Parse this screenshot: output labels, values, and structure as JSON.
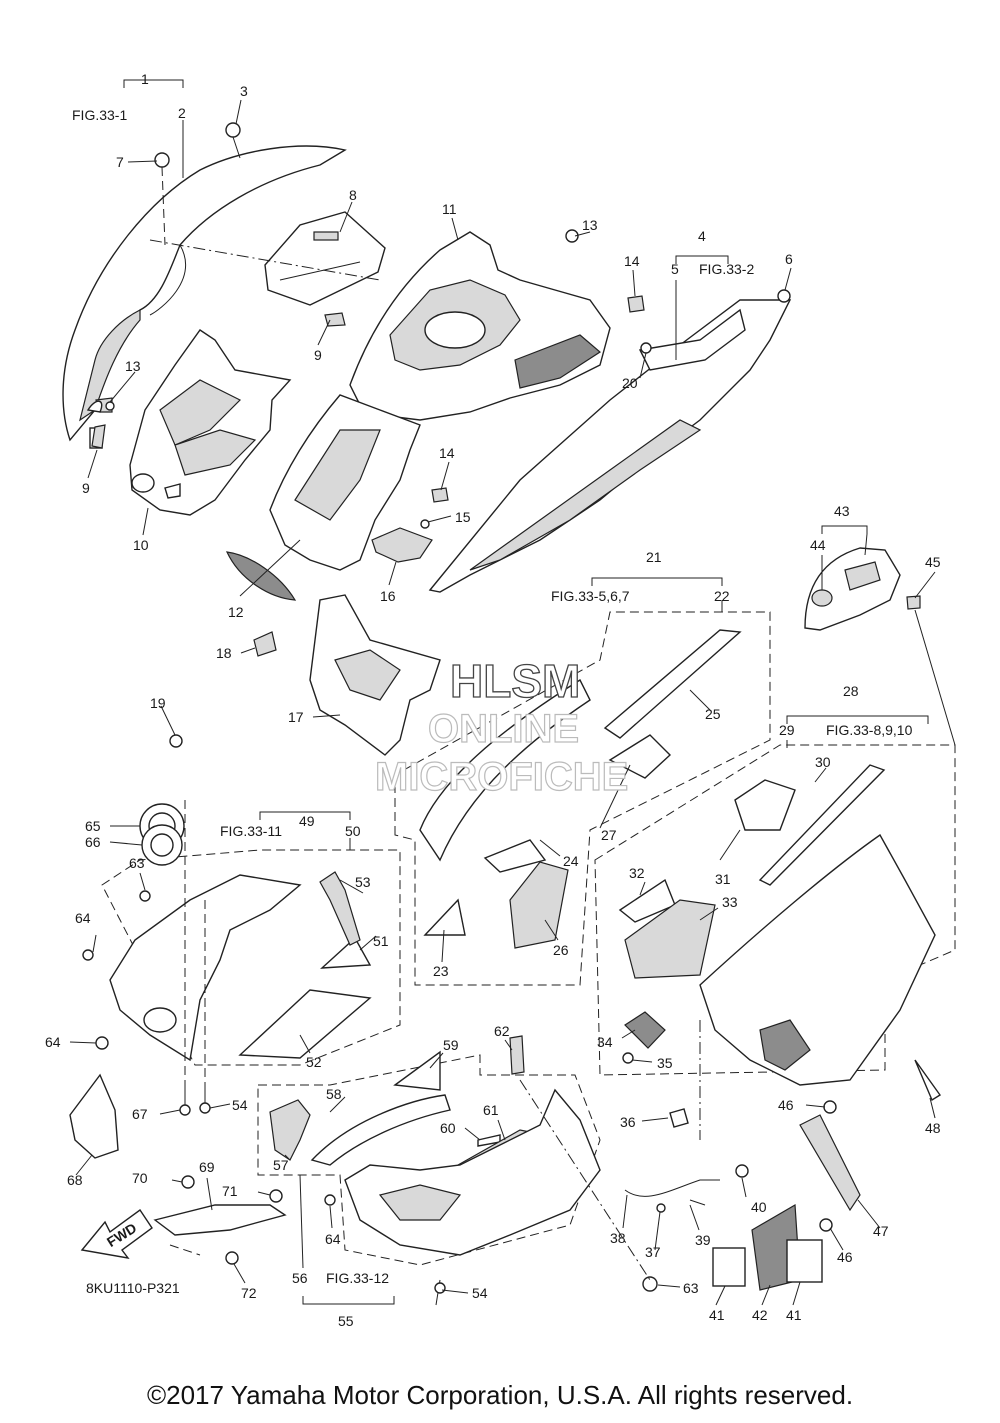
{
  "diagram": {
    "drawing_number": "8KU1110-P321",
    "copyright": "©2017 Yamaha Motor Corporation, U.S.A. All rights reserved.",
    "watermark": {
      "line1": "HLSM",
      "line2": "ONLINE",
      "line3": "MICROFICHE"
    },
    "direction_badge": "FWD",
    "callouts": {
      "c1": "1",
      "c2": "2",
      "c3": "3",
      "c4": "4",
      "c5": "5",
      "c6": "6",
      "c7": "7",
      "c8": "8",
      "c9a": "9",
      "c9b": "9",
      "c10": "10",
      "c11": "11",
      "c12": "12",
      "c13a": "13",
      "c13b": "13",
      "c14a": "14",
      "c14b": "14",
      "c15": "15",
      "c16": "16",
      "c17": "17",
      "c18": "18",
      "c19": "19",
      "c20": "20",
      "c21": "21",
      "c22": "22",
      "c23": "23",
      "c24": "24",
      "c25": "25",
      "c26": "26",
      "c27": "27",
      "c28": "28",
      "c29": "29",
      "c30": "30",
      "c31": "31",
      "c32": "32",
      "c33": "33",
      "c34": "34",
      "c35": "35",
      "c36": "36",
      "c37": "37",
      "c38": "38",
      "c39": "39",
      "c40": "40",
      "c41a": "41",
      "c41b": "41",
      "c42": "42",
      "c43": "43",
      "c44": "44",
      "c45": "45",
      "c46a": "46",
      "c46b": "46",
      "c47": "47",
      "c48": "48",
      "c49": "49",
      "c50": "50",
      "c51": "51",
      "c52": "52",
      "c53": "53",
      "c54a": "54",
      "c54b": "54",
      "c55": "55",
      "c56": "56",
      "c57": "57",
      "c58": "58",
      "c59": "59",
      "c60": "60",
      "c61": "61",
      "c62": "62",
      "c63a": "63",
      "c63b": "63",
      "c64a": "64",
      "c64b": "64",
      "c64c": "64",
      "c65": "65",
      "c66": "66",
      "c67": "67",
      "c68": "68",
      "c69": "69",
      "c70": "70",
      "c71": "71",
      "c72": "72"
    },
    "fig_refs": {
      "f1": "FIG.33-1",
      "f4": "FIG.33-2",
      "f21": "FIG.33-5,6,7",
      "f28": "FIG.33-8,9,10",
      "f49": "FIG.33-11",
      "f55": "FIG.33-12"
    }
  }
}
